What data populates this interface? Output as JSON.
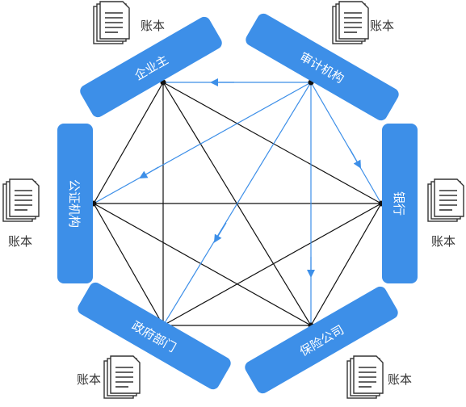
{
  "colors": {
    "node_fill": "#3D8FE8",
    "black_edge": "#111111",
    "blue_edge": "#3D8FE8",
    "doc_stroke": "#333333"
  },
  "nodes": {
    "enterprise_owner": "企业主",
    "audit_agency": "审计机构",
    "bank": "银行",
    "insurance_company": "保险公司",
    "government": "政府部门",
    "notary_agency": "公证机构"
  },
  "ledger_label": "账本",
  "ledgers": [
    {
      "label": "账本"
    },
    {
      "label": "账本"
    },
    {
      "label": "账本"
    },
    {
      "label": "账本"
    },
    {
      "label": "账本"
    },
    {
      "label": "账本"
    }
  ]
}
